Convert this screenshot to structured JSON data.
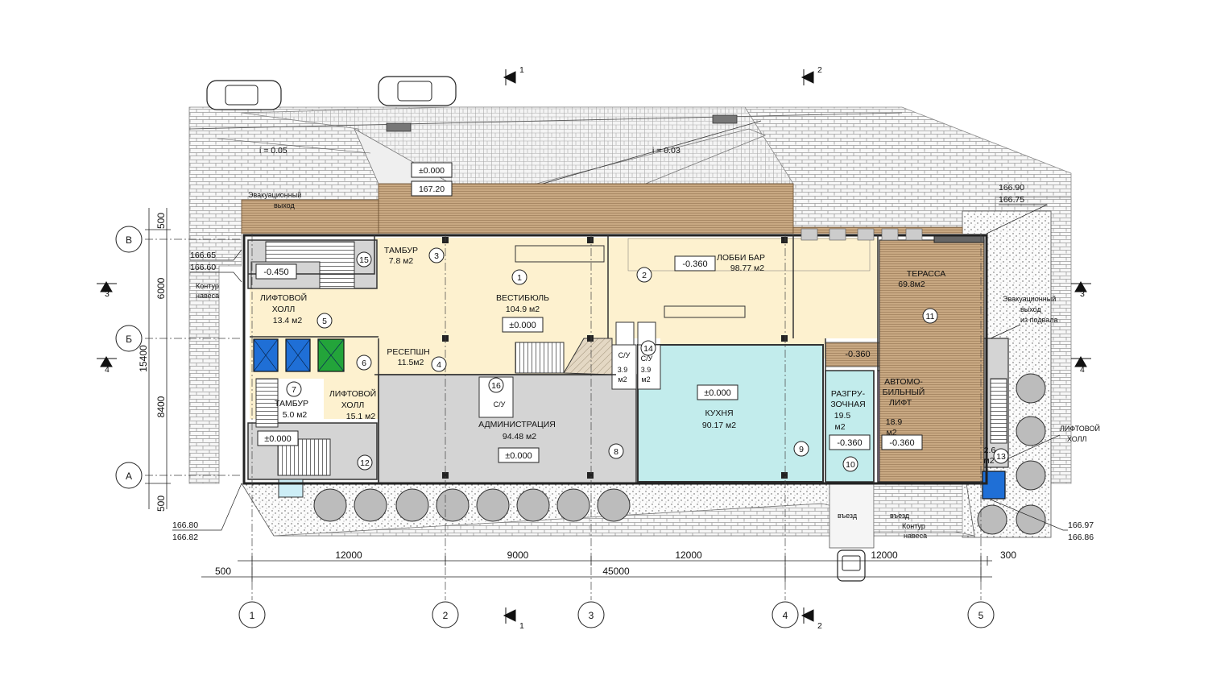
{
  "sections": {
    "s1_top": "1",
    "s2_top": "2",
    "s1_bottom": "1",
    "s2_bottom": "2",
    "s3_left": "3",
    "s4_left": "4",
    "s3_right": "3",
    "s4_right": "4"
  },
  "axes": {
    "a1": "1",
    "a2": "2",
    "a3": "3",
    "a4": "4",
    "a5": "5",
    "aA": "А",
    "aB": "Б",
    "aV": "В"
  },
  "dims": {
    "top500": "500",
    "d6000": "6000",
    "d15400": "15400",
    "d8400": "8400",
    "bottom500": "500",
    "b12000a": "12000",
    "b9000": "9000",
    "b12000b": "12000",
    "b12000c": "12000",
    "b300": "300",
    "b500": "500",
    "b45000": "45000"
  },
  "slopes": {
    "left": "i = 0.05",
    "right": "i = 0.03"
  },
  "levels": {
    "entry_zero": "±0.000",
    "entry_abs": "167.20",
    "tl_1": "166.65",
    "tl_2": "166.60",
    "tr_1": "166.90",
    "tr_2": "166.75",
    "bl_1": "166.80",
    "bl_2": "166.82",
    "br_1": "166.97",
    "br_2": "166.86",
    "r1": "±0.000",
    "r2": "-0.360",
    "r15": "-0.450",
    "r_stairs": "±0.000",
    "r8": "±0.000",
    "r9": "±0.000",
    "r10": "-0.360",
    "r_carlift": "-0.360",
    "r11": "-0.360"
  },
  "notes": {
    "evac_top_1": "Эвакуационный",
    "evac_top_2": "выход",
    "canopy_left_1": "Контур",
    "canopy_left_2": "навеса",
    "evac_right_1": "Эвакуационный",
    "evac_right_2": "выход",
    "evac_right_3": "из подвала",
    "lift_hall_right_1": "ЛИФТОВОЙ",
    "lift_hall_right_2": "ХОЛЛ",
    "canopy_bottom_1": "Контур",
    "canopy_bottom_2": "навеса",
    "entry1": "въезд",
    "entry2": "въезд"
  },
  "rooms": {
    "r1": {
      "num": "1",
      "name": "ВЕСТИБЮЛЬ",
      "area": "104.9 м2"
    },
    "r2": {
      "num": "2",
      "name": "ЛОББИ БАР",
      "area": "98.77 м2"
    },
    "r3": {
      "num": "3",
      "name": "ТАМБУР",
      "area": "7.8 м2"
    },
    "r4": {
      "num": "4",
      "name": "РЕСЕПШН",
      "area": "11.5м2"
    },
    "r5": {
      "num": "5",
      "name1": "ЛИФТОВОЙ",
      "name2": "ХОЛЛ",
      "area": "13.4 м2"
    },
    "r6": {
      "num": "6"
    },
    "r7": {
      "num": "7",
      "name": "ТАМБУР",
      "area": "5.0 м2"
    },
    "r7b": {
      "name1": "ЛИФТОВОЙ",
      "name2": "ХОЛЛ",
      "area": "15.1 м2"
    },
    "r8": {
      "num": "8",
      "name": "АДМИНИСТРАЦИЯ",
      "area": "94.48 м2"
    },
    "r9": {
      "num": "9",
      "name": "КУХНЯ",
      "area": "90.17 м2"
    },
    "r10": {
      "num": "10",
      "name1": "РАЗГРУ-",
      "name2": "ЗОЧНАЯ",
      "area1": "19.5",
      "area2": "м2"
    },
    "r11": {
      "num": "11",
      "name": "ТЕРАССА",
      "area": "69.8м2"
    },
    "r12": {
      "num": "12"
    },
    "r13": {
      "num": "13",
      "area1": "2.6",
      "area2": "м2"
    },
    "r14": {
      "num": "14"
    },
    "r15": {
      "num": "15"
    },
    "r16": {
      "num": "16"
    },
    "wc1": {
      "name": "С/У",
      "area1": "3.9",
      "area2": "м2"
    },
    "wc2": {
      "name": "С/У",
      "area1": "3.9",
      "area2": "м2"
    },
    "wc3": {
      "name": "С/У"
    },
    "carlift": {
      "name1": "АВТОМО-",
      "name2": "БИЛЬНЫЙ",
      "name3": "ЛИФТ",
      "area1": "18.9",
      "area2": "м2"
    }
  }
}
